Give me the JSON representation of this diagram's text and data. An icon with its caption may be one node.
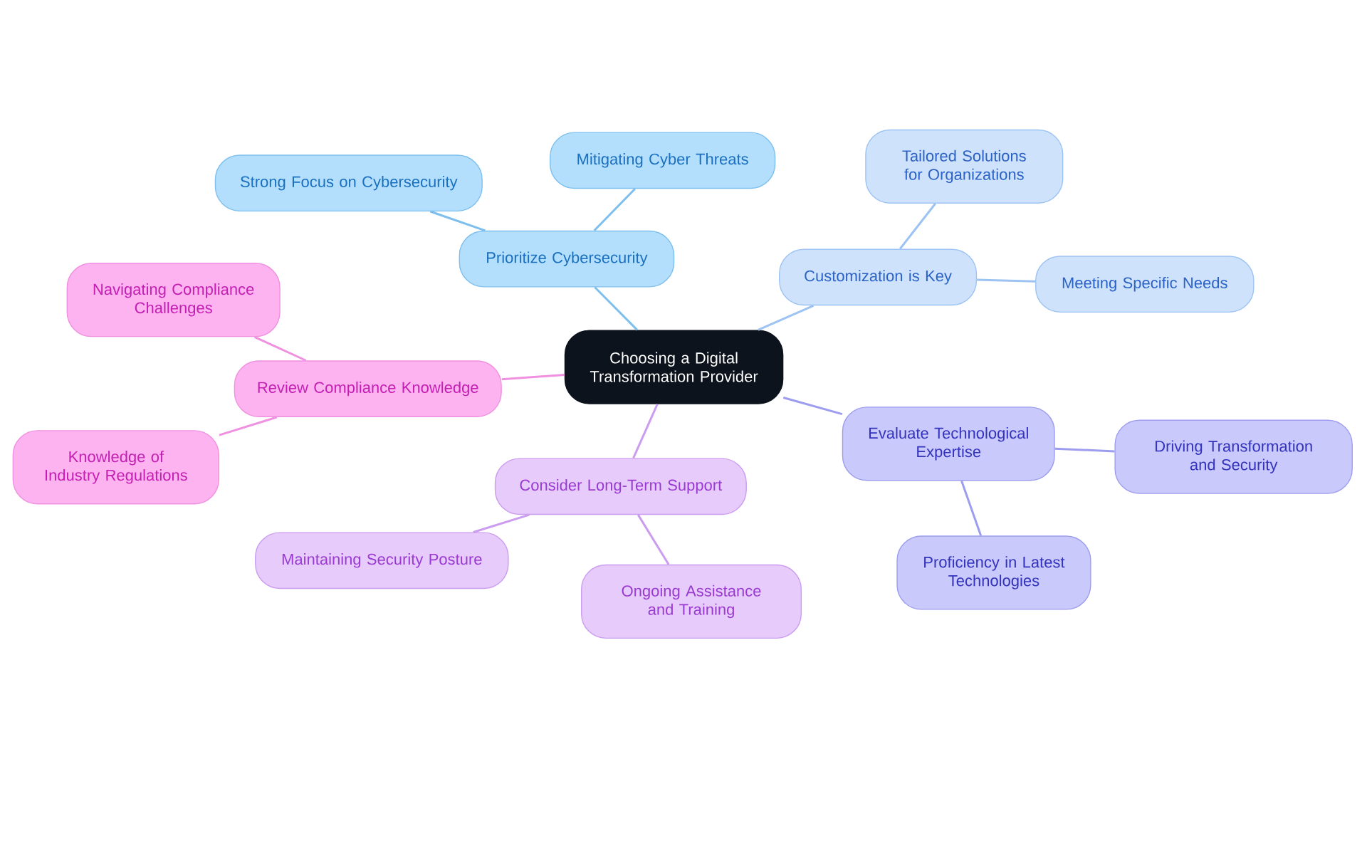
{
  "diagram": {
    "nodes": [
      {
        "text": [
          "Choosing a Digital Transformation Provider"
        ]
      },
      {
        "text": [
          "Prioritize Cybersecurity"
        ]
      },
      {
        "text": [
          "Strong Focus on Cybersecurity"
        ]
      },
      {
        "text": [
          "Mitigating Cyber Threats"
        ]
      },
      {
        "text": [
          "Customization is Key"
        ]
      },
      {
        "text": [
          "Tailored Solutions for Organizations"
        ]
      },
      {
        "text": [
          "Meeting Specific Needs"
        ]
      },
      {
        "text": [
          "Evaluate Technological Expertise"
        ]
      },
      {
        "text": [
          "Driving Transformation and Security"
        ]
      },
      {
        "text": [
          "Proficiency in Latest Technologies"
        ]
      },
      {
        "text": [
          "Consider Long-Term Support"
        ]
      },
      {
        "text": [
          "Maintaining Security Posture"
        ]
      },
      {
        "text": [
          "Ongoing Assistance and Training"
        ]
      },
      {
        "text": [
          "Review Compliance Knowledge"
        ]
      },
      {
        "text": [
          "Navigating Compliance Challenges"
        ]
      },
      {
        "text": [
          "Knowledge of Industry Regulations"
        ]
      }
    ],
    "edges": [
      {
        "from": 0,
        "to": 1,
        "arrow": "none",
        "color": "#7dbfee"
      },
      {
        "from": 1,
        "to": 2,
        "arrow": "none",
        "color": "#7dbfee"
      },
      {
        "from": 1,
        "to": 3,
        "arrow": "none",
        "color": "#7dbfee"
      },
      {
        "from": 0,
        "to": 4,
        "arrow": "none",
        "color": "#9dc3f3"
      },
      {
        "from": 4,
        "to": 5,
        "arrow": "none",
        "color": "#9dc3f3"
      },
      {
        "from": 4,
        "to": 6,
        "arrow": "none",
        "color": "#9dc3f3"
      },
      {
        "from": 0,
        "to": 7,
        "arrow": "none",
        "color": "#9d9df0"
      },
      {
        "from": 7,
        "to": 8,
        "arrow": "none",
        "color": "#9d9df0"
      },
      {
        "from": 7,
        "to": 9,
        "arrow": "none",
        "color": "#9d9df0"
      },
      {
        "from": 0,
        "to": 10,
        "arrow": "none",
        "color": "#cc9cf0"
      },
      {
        "from": 10,
        "to": 11,
        "arrow": "none",
        "color": "#cc9cf0"
      },
      {
        "from": 10,
        "to": 12,
        "arrow": "none",
        "color": "#cc9cf0"
      },
      {
        "from": 0,
        "to": 13,
        "arrow": "none",
        "color": "#f090e0"
      },
      {
        "from": 13,
        "to": 14,
        "arrow": "none",
        "color": "#f090e0"
      },
      {
        "from": 13,
        "to": 15,
        "arrow": "none",
        "color": "#f090e0"
      }
    ]
  }
}
